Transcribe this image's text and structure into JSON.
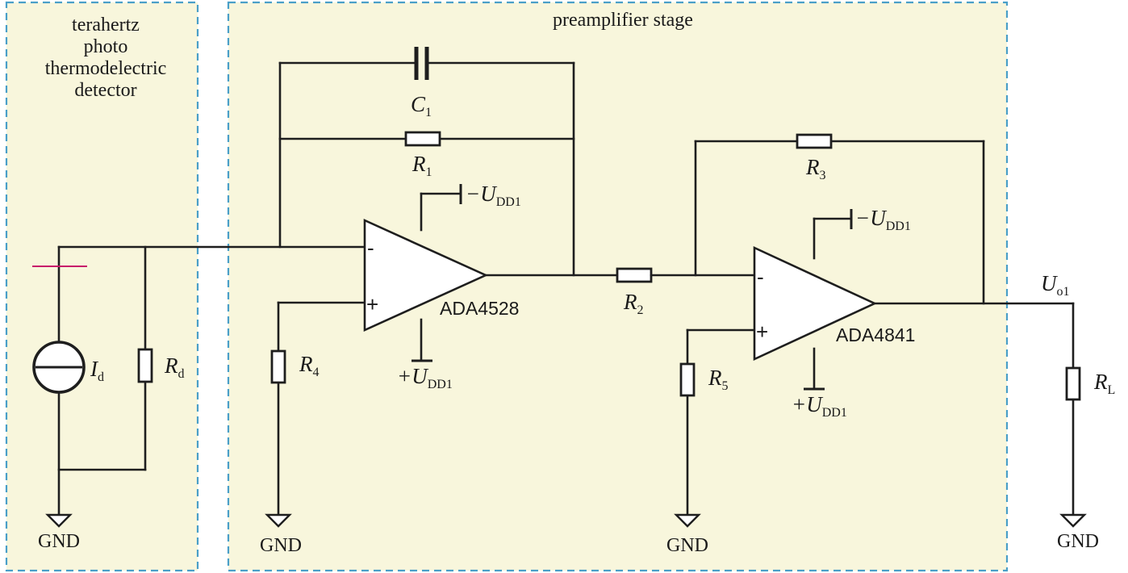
{
  "blocks": {
    "detector": [
      "terahertz",
      "photo",
      "thermodelectric",
      "detector"
    ],
    "preamp": "preamplifier stage"
  },
  "components": {
    "C1": {
      "main": "C",
      "sub": "1"
    },
    "R1": {
      "main": "R",
      "sub": "1"
    },
    "R2": {
      "main": "R",
      "sub": "2"
    },
    "R3": {
      "main": "R",
      "sub": "3"
    },
    "R4": {
      "main": "R",
      "sub": "4"
    },
    "R5": {
      "main": "R",
      "sub": "5"
    },
    "Rd": {
      "main": "R",
      "sub": "d"
    },
    "RL": {
      "main": "R",
      "sub": "L"
    },
    "Id": {
      "main": "I",
      "sub": "d"
    }
  },
  "opamps": {
    "first": {
      "name": "ADA4528",
      "minus": "-",
      "plus": "+"
    },
    "second": {
      "name": "ADA4841",
      "minus": "-",
      "plus": "+"
    }
  },
  "supplies": {
    "neg": {
      "sign": "−",
      "main": "U",
      "sub": "DD1"
    },
    "pos": {
      "sign": "+",
      "main": "U",
      "sub": "DD1"
    }
  },
  "output": {
    "main": "U",
    "sub": "o1"
  },
  "ground": "GND",
  "colors": {
    "box_fill": "#f8f6dc",
    "box_border": "#4a9fc8",
    "marker": "#c8186a"
  }
}
